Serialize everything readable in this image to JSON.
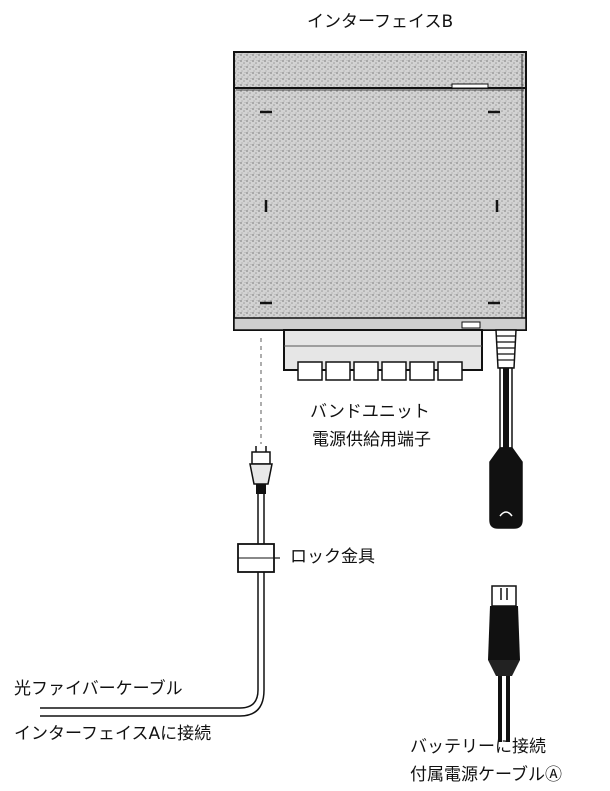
{
  "labels": {
    "interface_b": "インターフェイスB",
    "band_unit_line1": "バンドユニット",
    "band_unit_line2": "電源供給用端子",
    "lock_bracket": "ロック金具",
    "optical_fiber_cable": "光ファイバーケーブル",
    "connect_interface_a": "インターフェイスAに接続",
    "connect_battery": "バッテリーに接続",
    "power_cable_a": "付属電源ケーブルⒶ"
  },
  "colors": {
    "ink": "#111111",
    "paper": "#ffffff",
    "stipple": "#b9b9b9"
  }
}
